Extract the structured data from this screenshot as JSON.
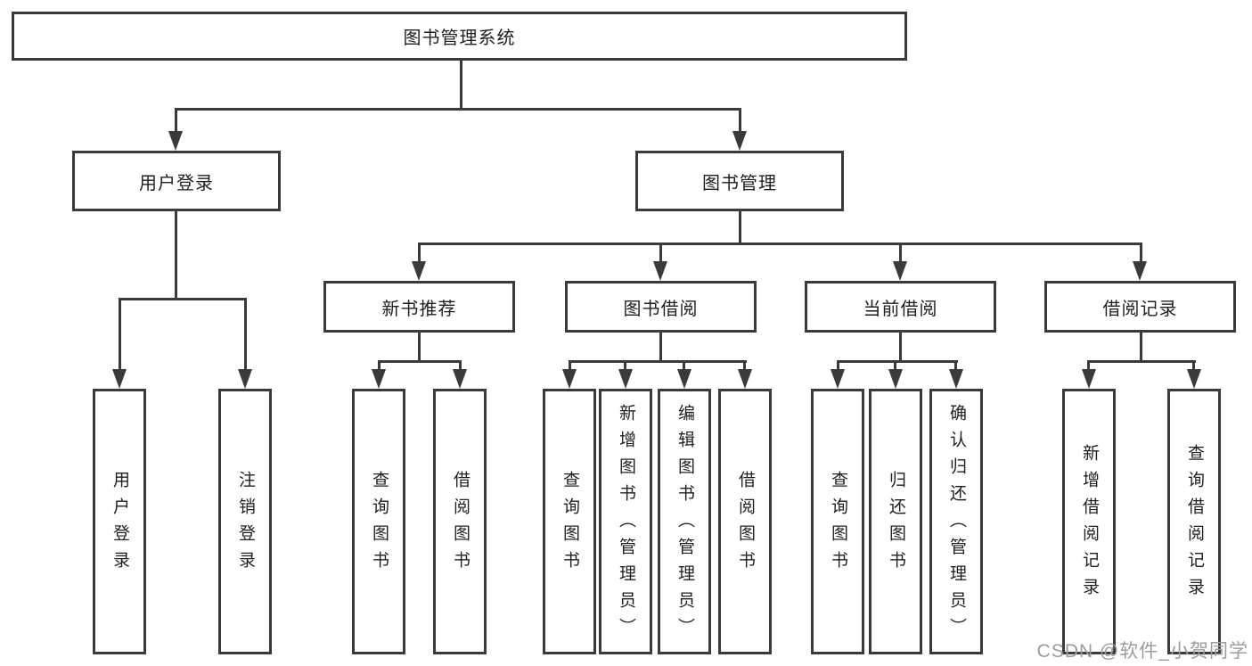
{
  "colors": {
    "line": "#3a3a3a",
    "text": "#1f1f1f",
    "watermark": "#9c9c9c",
    "background": "#ffffff"
  },
  "watermark": {
    "text": "CSDN @软件_小贺同学"
  },
  "tree": {
    "root": {
      "label": "图书管理系统"
    },
    "children": [
      {
        "label": "用户登录",
        "children": [
          {
            "label": "用户登录"
          },
          {
            "label": "注销登录"
          }
        ]
      },
      {
        "label": "图书管理",
        "children": [
          {
            "label": "新书推荐",
            "children": [
              {
                "label": "查询图书"
              },
              {
                "label": "借阅图书"
              }
            ]
          },
          {
            "label": "图书借阅",
            "children": [
              {
                "label": "查询图书"
              },
              {
                "label": "新增图书（管理员）"
              },
              {
                "label": "编辑图书（管理员）"
              },
              {
                "label": "借阅图书"
              }
            ]
          },
          {
            "label": "当前借阅",
            "children": [
              {
                "label": "查询图书"
              },
              {
                "label": "归还图书"
              },
              {
                "label": "确认归还（管理员）"
              }
            ]
          },
          {
            "label": "借阅记录",
            "children": [
              {
                "label": "新增借阅记录"
              },
              {
                "label": "查询借阅记录"
              }
            ]
          }
        ]
      }
    ]
  }
}
